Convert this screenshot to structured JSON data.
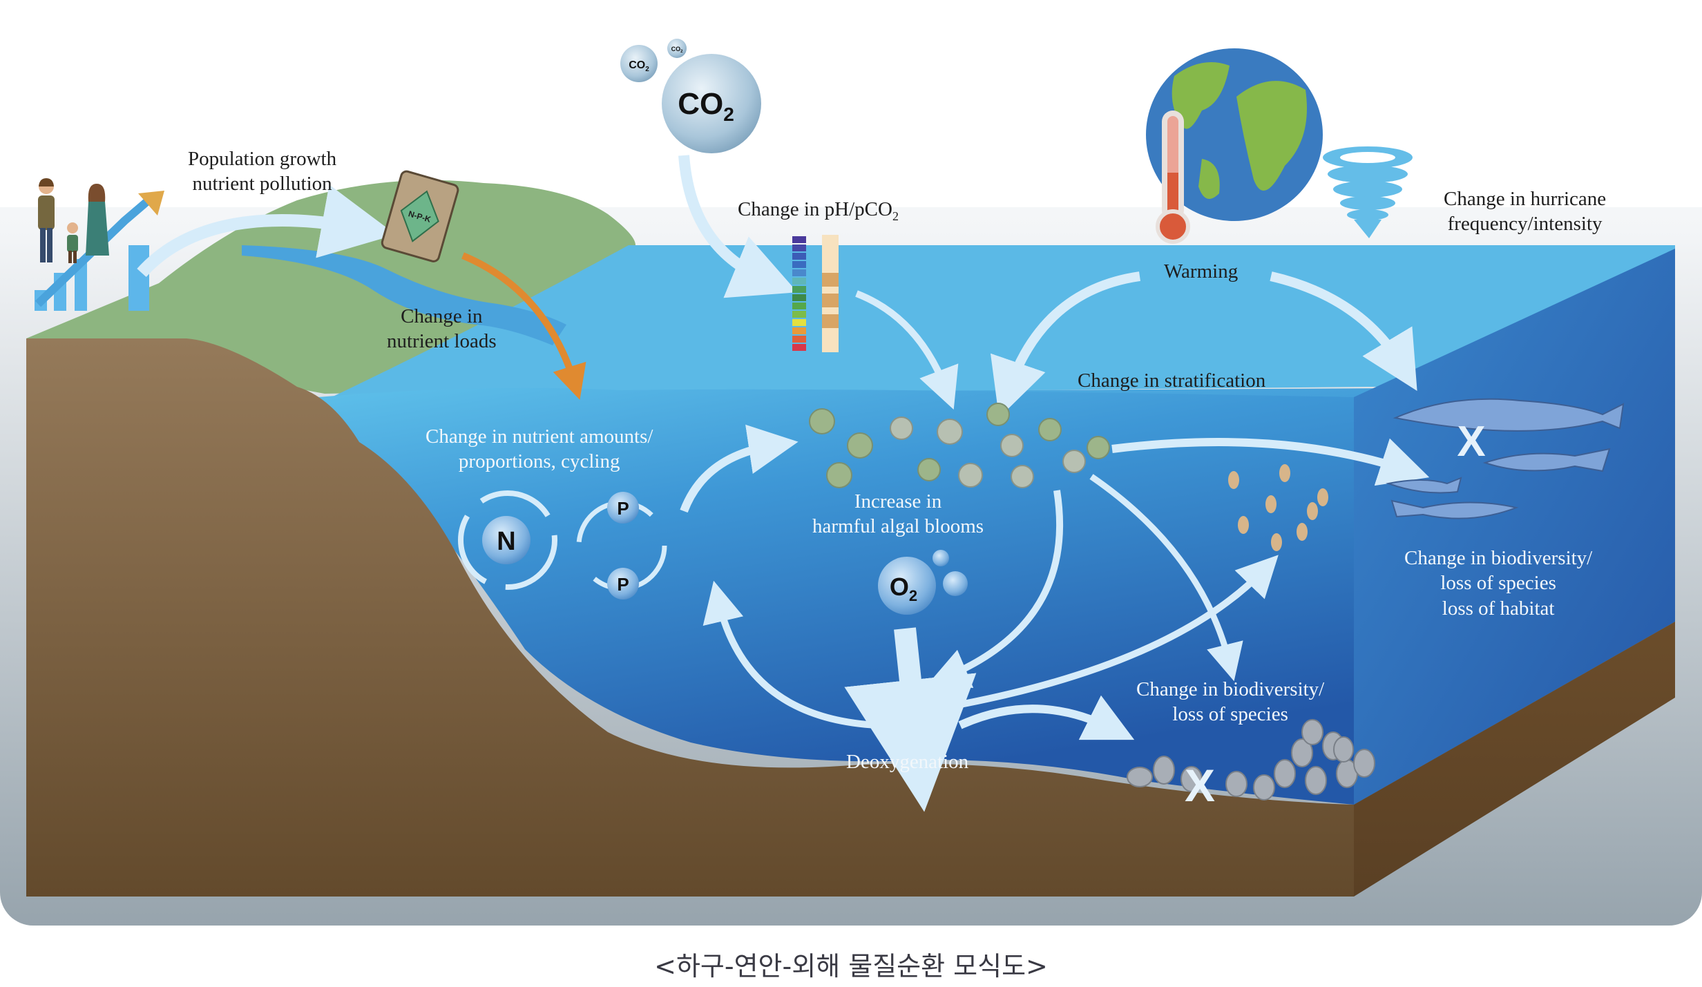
{
  "diagram": {
    "caption": "<하구-연안-외해 물질순환 모식도>",
    "labels": {
      "population": [
        "Population growth",
        "nutrient pollution"
      ],
      "nutrient_loads": [
        "Change in",
        "nutrient loads"
      ],
      "ph": "Change in pH/pCO",
      "ph_sub": "2",
      "hurricane": [
        "Change in hurricane",
        "frequency/intensity"
      ],
      "warming": "Warming",
      "stratification": "Change in stratification",
      "nutrient_cycling": [
        "Change in nutrient amounts/",
        "proportions, cycling"
      ],
      "algal_blooms": [
        "Increase in",
        "harmful algal blooms"
      ],
      "deoxygenation": "Deoxygenation",
      "biodiversity_benthic": [
        "Change in biodiversity/",
        "loss of species"
      ],
      "biodiversity_open": [
        "Change in biodiversity/",
        "loss of species",
        "loss of habitat"
      ]
    },
    "molecules": {
      "co2_large": "CO",
      "co2_small": "CO",
      "co2_tiny": "CO",
      "subscript": "2",
      "o2": "O",
      "nitrogen": "N",
      "phosphorus": "P"
    },
    "fertilizer_label": "N-P-K",
    "loss_mark": "X",
    "colors": {
      "sky": "#ffffff",
      "land_green": "#8db580",
      "soil": "#7d5f3f",
      "shallow_water": "#5bb9e6",
      "deep_water": "#2a62b0",
      "arrow": "#d6ecfa",
      "nutrient_arrow": "#e08a30",
      "background_frame": "#9aa7b0"
    }
  }
}
